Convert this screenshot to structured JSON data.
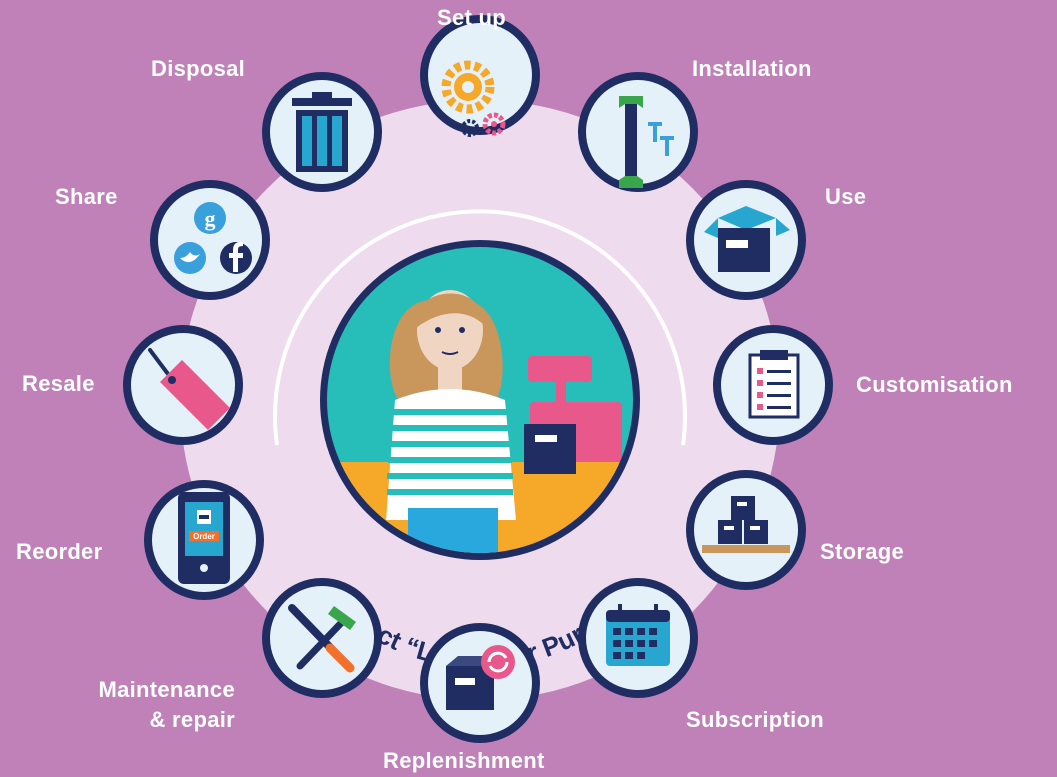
{
  "center": {
    "title": "Product “Life” After Purchase"
  },
  "stages": [
    {
      "id": "set-up",
      "label": "Set up",
      "icon": "gears-icon"
    },
    {
      "id": "installation",
      "label": "Installation",
      "icon": "wrench-screws-icon"
    },
    {
      "id": "use",
      "label": "Use",
      "icon": "open-box-icon"
    },
    {
      "id": "customisation",
      "label": "Customisation",
      "icon": "checklist-icon"
    },
    {
      "id": "storage",
      "label": "Storage",
      "icon": "stacked-boxes-icon"
    },
    {
      "id": "subscription",
      "label": "Subscription",
      "icon": "calendar-icon"
    },
    {
      "id": "replenishment",
      "label": "Replenishment",
      "icon": "box-refresh-icon"
    },
    {
      "id": "maintenance-repair",
      "label": "Maintenance & repair",
      "label_lines": [
        "Maintenance",
        "& repair"
      ],
      "icon": "tools-icon"
    },
    {
      "id": "reorder",
      "label": "Reorder",
      "icon": "order-phone-icon",
      "icon_text": "Order"
    },
    {
      "id": "resale",
      "label": "Resale",
      "icon": "price-tag-icon"
    },
    {
      "id": "share",
      "label": "Share",
      "icon": "social-share-icon",
      "icon_text": "g"
    },
    {
      "id": "disposal",
      "label": "Disposal",
      "icon": "trash-bin-icon"
    }
  ],
  "colors": {
    "background": "#bf81b8",
    "ring": "#eedcee",
    "navy": "#1f2d63",
    "icon_bg": "#e4f1f9",
    "teal": "#27bdb8",
    "orange": "#f6a828",
    "pink": "#e8588a",
    "green": "#3aa64b",
    "blue": "#3aa0dc"
  }
}
